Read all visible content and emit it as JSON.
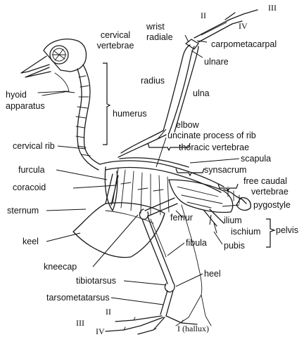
{
  "diagram": {
    "labels": {
      "cervical_vertebrae_1": "cervical",
      "cervical_vertebrae_2": "vertebrae",
      "wrist_1": "wrist",
      "radiale": "radiale",
      "digit_II_top": "II",
      "digit_III_top": "III",
      "digit_IV_top": "IV",
      "carpometacarpal": "carpometacarpal",
      "ulnare": "ulnare",
      "radius": "radius",
      "ulna": "ulna",
      "hyoid_1": "hyoid",
      "hyoid_2": "apparatus",
      "humerus": "humerus",
      "elbow": "elbow",
      "uncinate": "uncinate process of rib",
      "thoracic": "thoracic vertebrae",
      "cervical_rib": "cervical rib",
      "scapula": "scapula",
      "furcula": "furcula",
      "synsacrum": "synsacrum",
      "coracoid": "coracoid",
      "free_caudal_1": "free caudal",
      "free_caudal_2": "vertebrae",
      "sternum": "sternum",
      "pygostyle": "pygostyle",
      "femur": "femur",
      "ilium": "ilium",
      "ischium": "ischium",
      "pelvis": "pelvis",
      "keel": "keel",
      "fibula": "fibula",
      "pubis": "pubis",
      "kneecap": "kneecap",
      "heel": "heel",
      "tibiotarsus": "tibiotarsus",
      "tarsometatarsus": "tarsometatarsus",
      "toe_II": "II",
      "toe_III": "III",
      "toe_IV": "IV",
      "toe_I": "I (hallux)"
    }
  }
}
